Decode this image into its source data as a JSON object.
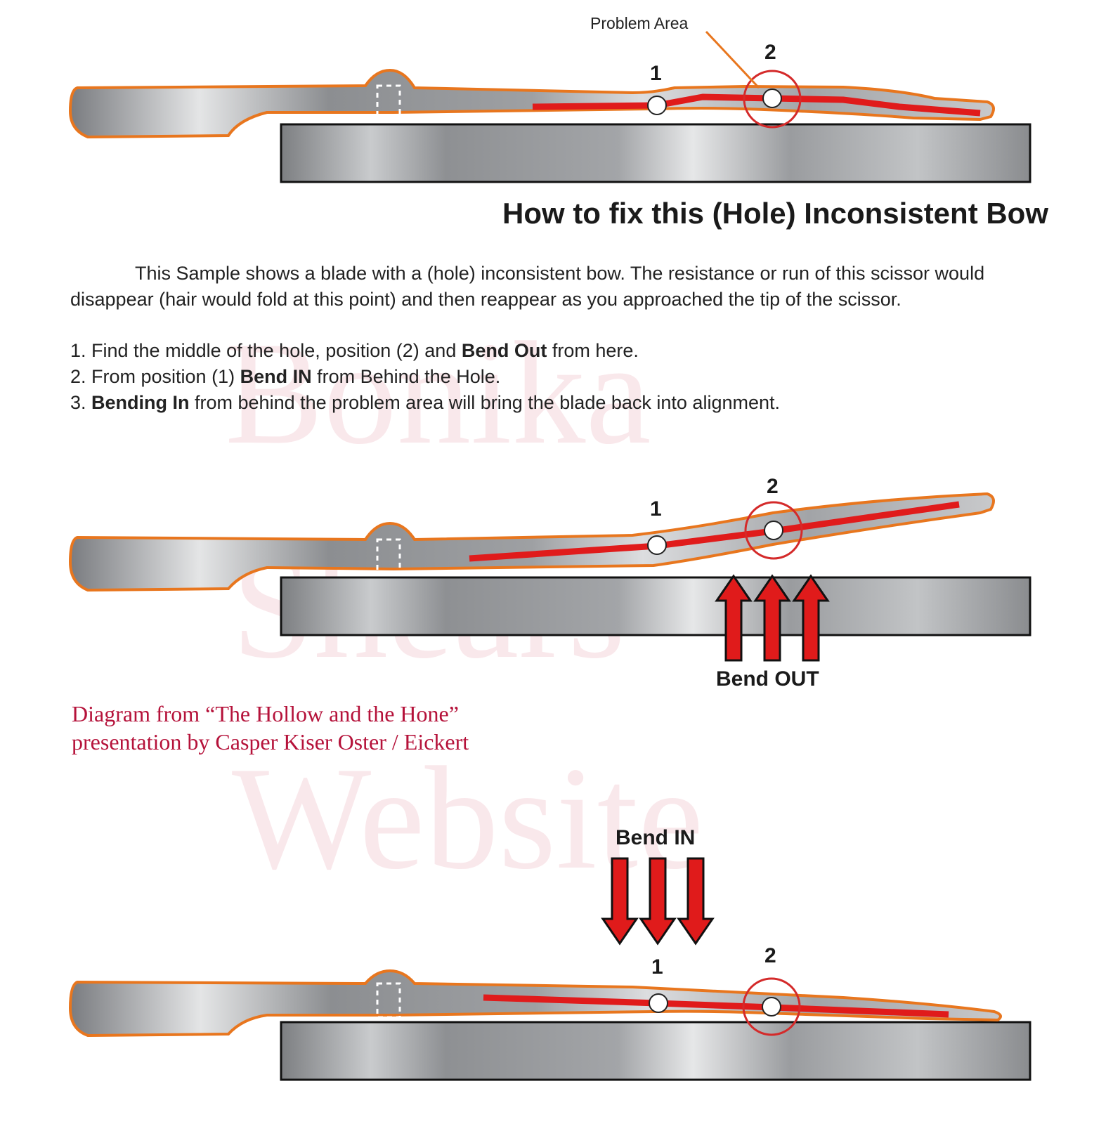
{
  "diagram": {
    "problem_area_label": "Problem Area",
    "point_1_label": "1",
    "point_2_label": "2",
    "bend_out_label": "Bend OUT",
    "bend_in_label": "Bend IN"
  },
  "title": "How to fix this (Hole) Inconsistent Bow",
  "intro": "This Sample shows a blade with a (hole) inconsistent bow. The resistance or run of this scissor would disappear (hair would fold at this point) and then reappear as you approached the tip of the scissor.",
  "steps": [
    {
      "pre": "1. Find the middle of the hole, position (2) and ",
      "bold": "Bend Out",
      "post": " from here."
    },
    {
      "pre": "2. From position (1) ",
      "bold": "Bend IN",
      "post": " from Behind the Hole."
    },
    {
      "pre": "3. ",
      "bold": "Bending In",
      "post": " from behind the problem area will bring the blade back into alignment."
    }
  ],
  "credit": {
    "line1": "Diagram from “The Hollow and the Hone”",
    "line2": "presentation by Casper Kiser Oster / Eickert"
  },
  "watermark": {
    "line1": "Bonika",
    "line2": "Shears",
    "line3": "Website"
  },
  "colors": {
    "outline": "#e8761e",
    "red": "#e01b1b",
    "circle": "#d42a2a",
    "credit": "#b5123a"
  }
}
